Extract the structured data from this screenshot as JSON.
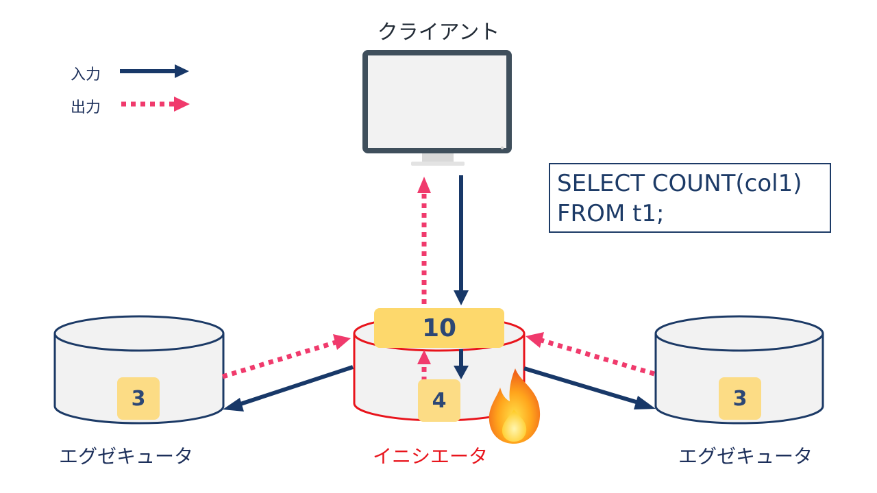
{
  "title": "クライアント",
  "legend": {
    "input_label": "入力",
    "output_label": "出力"
  },
  "query": {
    "line1": "SELECT COUNT(col1)",
    "line2": "FROM t1;"
  },
  "nodes": {
    "left": {
      "label": "エグゼキュータ",
      "value": "3"
    },
    "center": {
      "label": "イニシエータ",
      "value": "4",
      "aggregate": "10"
    },
    "right": {
      "label": "エグゼキュータ",
      "value": "3"
    }
  },
  "colors": {
    "input_arrow": "#183868",
    "output_arrow": "#f03a6c",
    "initiator": "#e8141c",
    "executor": "#1c3a66",
    "badge": "#fcdc85"
  },
  "icons": [
    "monitor-icon",
    "flame-icon"
  ]
}
